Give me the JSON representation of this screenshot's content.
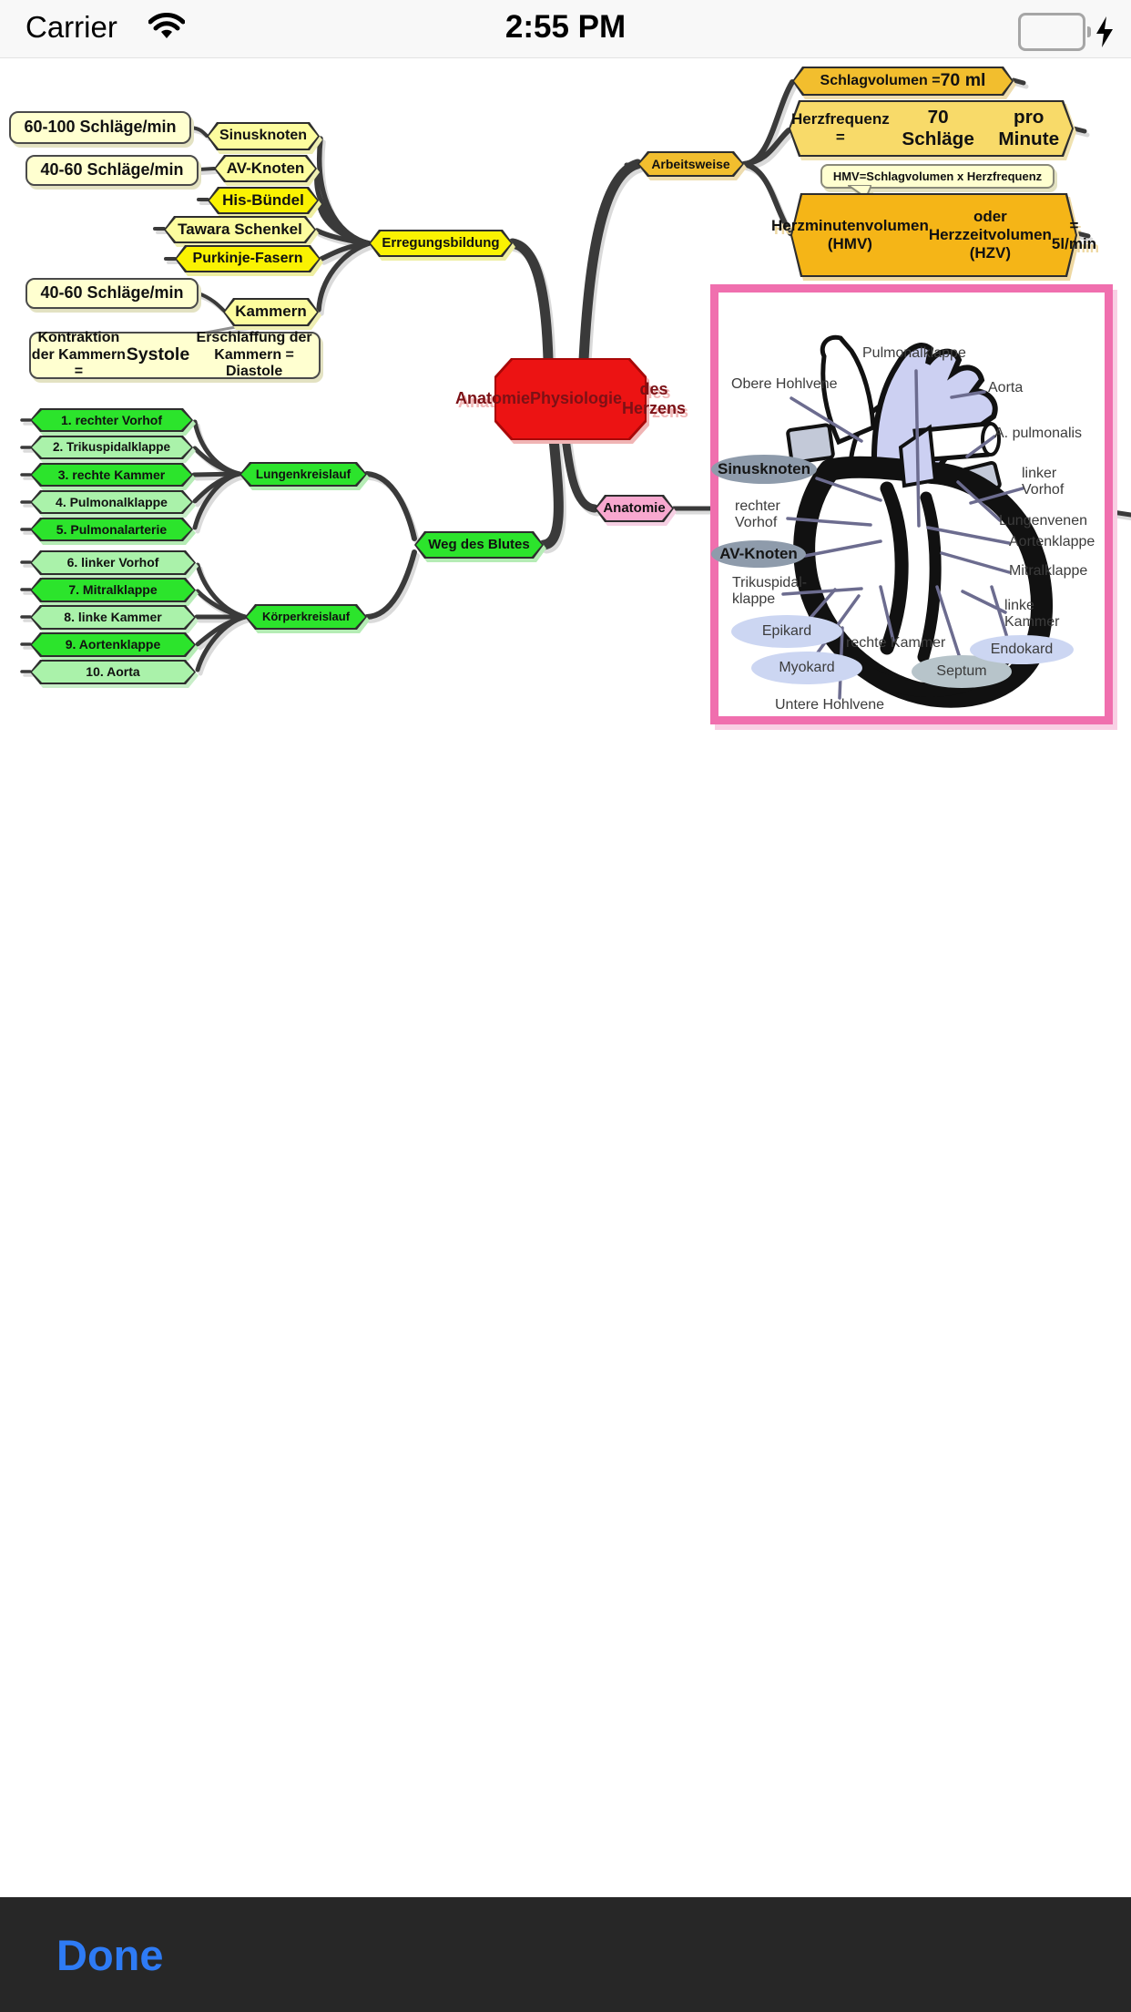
{
  "status_bar": {
    "carrier": "Carrier",
    "time": "2:55 PM"
  },
  "toolbar": {
    "done_label": "Done"
  },
  "palette": {
    "cream": "#FFFFD0",
    "bright_yellow": "#FAF202",
    "light_yellow": "#FCFC9E",
    "bright_green": "#2CE42C",
    "light_green": "#AAF2AA",
    "gold": "#F2BE2E",
    "gold_light": "#F8DA69",
    "orange": "#F5B517",
    "pink": "#F8A8CF",
    "red": "#EC1313",
    "red_text": "#7C1116",
    "link_line": "#3A3A3A",
    "frame_pink": "#F06FAE",
    "gray_pill": "#8E9BAB",
    "lavender_pill": "#CCD6F2",
    "septum_pill": "#B7C4CA",
    "done_bar": "#272727",
    "done_text": "#2E7BF5",
    "battery_green": "#53D769"
  },
  "map": {
    "root": {
      "title_lines": "Anatomie Physiologie des Herzens"
    },
    "nodes": [
      {
        "id": "r60100a",
        "shape": "box",
        "color": "cream",
        "parts": [
          {
            "t": "60-100 Schläge/min"
          }
        ]
      },
      {
        "id": "sinusknoten",
        "shape": "hex",
        "color": "light_yellow",
        "parts": [
          {
            "t": "Sinusknoten"
          }
        ]
      },
      {
        "id": "r4060a",
        "shape": "box",
        "color": "cream",
        "parts": [
          {
            "t": "40-60 Schläge/min"
          }
        ]
      },
      {
        "id": "avknoten",
        "shape": "hex",
        "color": "light_yellow",
        "parts": [
          {
            "t": "AV-Knoten"
          }
        ]
      },
      {
        "id": "hisbuendel",
        "shape": "hex",
        "color": "bright_yellow",
        "parts": [
          {
            "t": "His-Bündel"
          }
        ]
      },
      {
        "id": "tawara",
        "shape": "hex",
        "color": "light_yellow",
        "parts": [
          {
            "t": "Tawara Schenkel"
          }
        ]
      },
      {
        "id": "purkinje",
        "shape": "hex",
        "color": "bright_yellow",
        "parts": [
          {
            "t": "Purkinje-Fasern"
          }
        ]
      },
      {
        "id": "r4060b",
        "shape": "box",
        "color": "cream",
        "parts": [
          {
            "t": "40-60 Schläge/min"
          }
        ]
      },
      {
        "id": "kammern",
        "shape": "hex",
        "color": "light_yellow",
        "parts": [
          {
            "t": "Kammern"
          }
        ]
      },
      {
        "id": "kontraktion",
        "shape": "box",
        "color": "cream",
        "wrap": true,
        "parts": [
          {
            "t": "Kontraktion der Kammern = "
          },
          {
            "t": "Systole",
            "b": true
          },
          {
            "t": "Erschlaffung der Kammern = Diastole",
            "nl": true
          }
        ]
      },
      {
        "id": "erregung",
        "shape": "hex",
        "color": "bright_yellow",
        "parts": [
          {
            "t": "Erregungsbildung"
          }
        ]
      },
      {
        "id": "g1",
        "shape": "hex",
        "color": "bright_green",
        "parts": [
          {
            "t": "1. rechter Vorhof"
          }
        ]
      },
      {
        "id": "g2",
        "shape": "hex",
        "color": "light_green",
        "parts": [
          {
            "t": "2. Trikuspidalklappe"
          }
        ]
      },
      {
        "id": "g3",
        "shape": "hex",
        "color": "bright_green",
        "parts": [
          {
            "t": "3. rechte Kammer"
          }
        ]
      },
      {
        "id": "g4",
        "shape": "hex",
        "color": "light_green",
        "parts": [
          {
            "t": "4. Pulmonalklappe"
          }
        ]
      },
      {
        "id": "g5",
        "shape": "hex",
        "color": "bright_green",
        "parts": [
          {
            "t": "5. Pulmonalarterie"
          }
        ]
      },
      {
        "id": "g6",
        "shape": "hex",
        "color": "light_green",
        "parts": [
          {
            "t": "6. linker Vorhof"
          }
        ]
      },
      {
        "id": "g7",
        "shape": "hex",
        "color": "bright_green",
        "parts": [
          {
            "t": "7. Mitralklappe"
          }
        ]
      },
      {
        "id": "g8",
        "shape": "hex",
        "color": "light_green",
        "parts": [
          {
            "t": "8. linke Kammer"
          }
        ]
      },
      {
        "id": "g9",
        "shape": "hex",
        "color": "bright_green",
        "parts": [
          {
            "t": "9. Aortenklappe"
          }
        ]
      },
      {
        "id": "g10",
        "shape": "hex",
        "color": "light_green",
        "parts": [
          {
            "t": "10. Aorta"
          }
        ]
      },
      {
        "id": "lungen",
        "shape": "hex",
        "color": "bright_green",
        "parts": [
          {
            "t": "Lungenkreislauf"
          }
        ]
      },
      {
        "id": "koerper",
        "shape": "hex",
        "color": "bright_green",
        "parts": [
          {
            "t": "Körperkreislauf"
          }
        ]
      },
      {
        "id": "wdb",
        "shape": "hex",
        "color": "bright_green",
        "parts": [
          {
            "t": "Weg des Blutes"
          }
        ]
      },
      {
        "id": "root",
        "shape": "oct",
        "color": "red",
        "wrap": true,
        "parts": [
          {
            "t": "Anatomie"
          },
          {
            "t": "Physiologie",
            "nl": true
          },
          {
            "t": "des Herzens",
            "nl": true
          }
        ]
      },
      {
        "id": "anatomie",
        "shape": "hex",
        "color": "pink",
        "parts": [
          {
            "t": "Anatomie"
          }
        ]
      },
      {
        "id": "arbeitsweise",
        "shape": "hex",
        "color": "gold",
        "parts": [
          {
            "t": "Arbeitsweise"
          }
        ]
      },
      {
        "id": "schlag",
        "shape": "hex",
        "color": "gold",
        "parts": [
          {
            "t": "Schlagvolumen = "
          },
          {
            "t": "70 ml",
            "b": true
          }
        ]
      },
      {
        "id": "herzfrequenz",
        "shape": "hex",
        "color": "gold_light",
        "wrap": true,
        "parts": [
          {
            "t": "Herzfrequenz = "
          },
          {
            "t": "70 Schläge",
            "b": true
          },
          {
            "t": "pro Minute",
            "b": true,
            "nl": true
          }
        ]
      },
      {
        "id": "hmvnote",
        "shape": "note",
        "color": "cream",
        "parts": [
          {
            "t": "HMV=Schlagvolumen x Herzfrequenz"
          }
        ]
      },
      {
        "id": "hmv",
        "shape": "hex",
        "color": "orange",
        "wrap": true,
        "parts": [
          {
            "t": "Herzminutenvolumen (HMV)"
          },
          {
            "t": "oder Herzzeitvolumen (HZV)",
            "nl": true
          },
          {
            "t": "= 5l/min",
            "nl": true
          }
        ]
      }
    ]
  },
  "diagram": {
    "labels": [
      {
        "id": "pulmonalklappe",
        "lines": [
          "Pulmonalklappe"
        ]
      },
      {
        "id": "obere-hohlvene",
        "lines": [
          "Obere Hohlvene"
        ]
      },
      {
        "id": "aorta",
        "lines": [
          "Aorta"
        ]
      },
      {
        "id": "a-pulmonalis",
        "lines": [
          "A. pulmonalis"
        ]
      },
      {
        "id": "sinusknoten",
        "lines": [
          "Sinusknoten"
        ],
        "bold": true,
        "pill": "gray_pill"
      },
      {
        "id": "rechter-vorhof",
        "lines": [
          "rechter",
          "Vorhof"
        ]
      },
      {
        "id": "av-knoten",
        "lines": [
          "AV-Knoten"
        ],
        "bold": true,
        "pill": "gray_pill"
      },
      {
        "id": "trikuspidalklappe",
        "lines": [
          "Trikuspidal-",
          "klappe"
        ]
      },
      {
        "id": "linker-vorhof",
        "lines": [
          "linker",
          "Vorhof"
        ]
      },
      {
        "id": "lungenvenen",
        "lines": [
          "Lungenvenen"
        ]
      },
      {
        "id": "aortenklappe",
        "lines": [
          "Aortenklappe"
        ]
      },
      {
        "id": "mitralklappe",
        "lines": [
          "Mitralklappe"
        ]
      },
      {
        "id": "linke-kammer",
        "lines": [
          "linke",
          "Kammer"
        ]
      },
      {
        "id": "epikard",
        "lines": [
          "Epikard"
        ],
        "pill": "lavender_pill"
      },
      {
        "id": "myokard",
        "lines": [
          "Myokard"
        ],
        "pill": "lavender_pill"
      },
      {
        "id": "rechte-kammer",
        "lines": [
          "rechte Kammer"
        ]
      },
      {
        "id": "septum",
        "lines": [
          "Septum"
        ],
        "pill": "septum_pill"
      },
      {
        "id": "endokard",
        "lines": [
          "Endokard"
        ],
        "pill": "lavender_pill"
      },
      {
        "id": "untere-hohlvene",
        "lines": [
          "Untere Hohlvene"
        ]
      }
    ]
  }
}
